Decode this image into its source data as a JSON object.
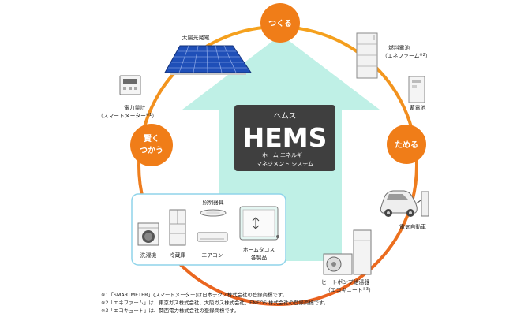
{
  "hems": {
    "kana": "ヘムス",
    "title": "HEMS",
    "subtitle_line1": "ホーム エネルギー",
    "subtitle_line2": "マネジメント システム"
  },
  "bubbles": {
    "create": "つくる",
    "store": "ためる",
    "use_line1": "賢く",
    "use_line2": "つかう"
  },
  "devices": {
    "solar": "太陽光発電",
    "fuel_cell_line1": "燃料電池",
    "fuel_cell_line2": "（エネファーム",
    "fuel_cell_mark": "※2",
    "fuel_cell_close": "）",
    "battery": "蓄電池",
    "ev": "電気自動車",
    "heat_pump_line1": "ヒートポンプ給湯器",
    "heat_pump_line2": "（エコキュート",
    "heat_pump_mark": "※3",
    "heat_pump_close": "）",
    "meter_line1": "電力量計",
    "meter_line2": "（スマートメーター",
    "meter_mark": "※1",
    "meter_close": "）",
    "washer": "洗濯機",
    "fridge": "冷蔵庫",
    "lighting": "照明器具",
    "aircon": "エアコン",
    "home_tacos_line1": "ホームタコス",
    "home_tacos_line2": "各製品"
  },
  "notes": [
    "※1「SMARTMETER」(スマートメーター)は日本テクノ株式会社の登録商標です。",
    "※2「エネファーム」は、東京ガス株式会社、大阪ガス株式会社、ENEOS 株式会社の登録商標です。",
    "※3「エコキュート」は、関西電力株式会社の登録商標です。"
  ],
  "colors": {
    "ring": "#f2891e",
    "bubble": "#f07d18",
    "house": "#bff0e6",
    "hems_box": "#3f3f3f"
  }
}
